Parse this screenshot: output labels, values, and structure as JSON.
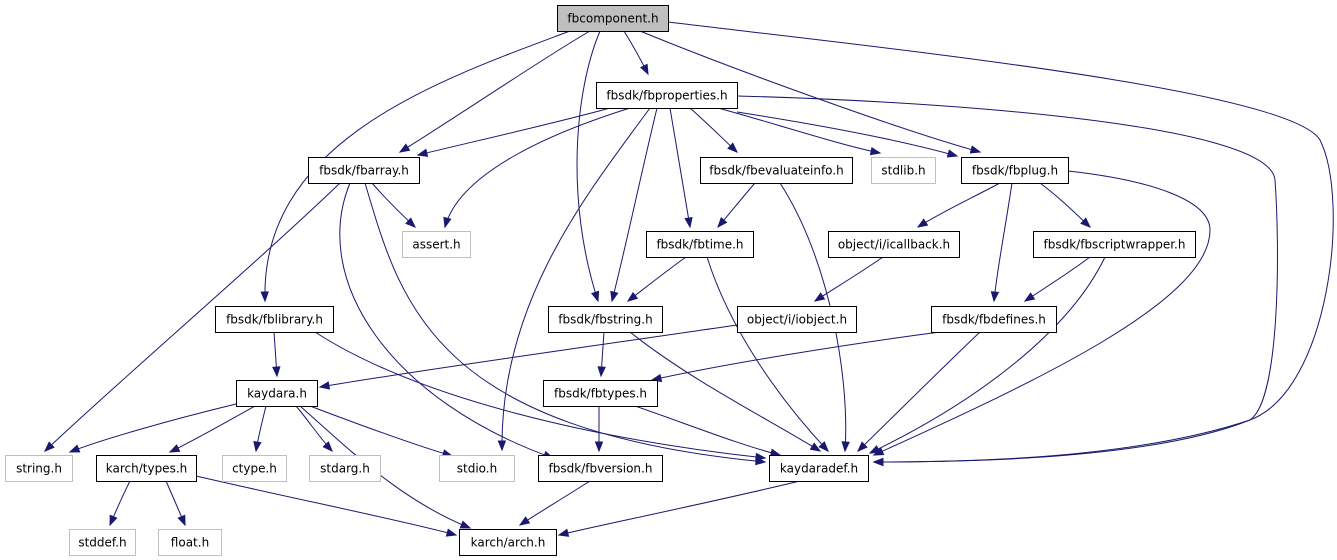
{
  "colors": {
    "root_fill": "#bfbfbf",
    "node_fill": "#ffffff",
    "node_stroke": "#000000",
    "external_stroke": "#bfbfbf",
    "label_text": "#000000",
    "external_text": "#000000",
    "edge": "#191970"
  },
  "nodes": [
    {
      "id": "fbcomponent",
      "label": "fbcomponent.h",
      "style": "root"
    },
    {
      "id": "fbproperties",
      "label": "fbsdk/fbproperties.h",
      "style": "normal"
    },
    {
      "id": "fbarray",
      "label": "fbsdk/fbarray.h",
      "style": "normal"
    },
    {
      "id": "fbevaluateinfo",
      "label": "fbsdk/fbevaluateinfo.h",
      "style": "normal"
    },
    {
      "id": "stdlib",
      "label": "stdlib.h",
      "style": "external"
    },
    {
      "id": "fbplug",
      "label": "fbsdk/fbplug.h",
      "style": "normal"
    },
    {
      "id": "assert",
      "label": "assert.h",
      "style": "external"
    },
    {
      "id": "fbtime",
      "label": "fbsdk/fbtime.h",
      "style": "normal"
    },
    {
      "id": "icallback",
      "label": "object/i/icallback.h",
      "style": "normal"
    },
    {
      "id": "fbscriptwrapper",
      "label": "fbsdk/fbscriptwrapper.h",
      "style": "normal"
    },
    {
      "id": "fblibrary",
      "label": "fbsdk/fblibrary.h",
      "style": "normal"
    },
    {
      "id": "fbstring",
      "label": "fbsdk/fbstring.h",
      "style": "normal"
    },
    {
      "id": "iobject",
      "label": "object/i/iobject.h",
      "style": "normal"
    },
    {
      "id": "fbdefines",
      "label": "fbsdk/fbdefines.h",
      "style": "normal"
    },
    {
      "id": "kaydara",
      "label": "kaydara.h",
      "style": "normal"
    },
    {
      "id": "fbtypes",
      "label": "fbsdk/fbtypes.h",
      "style": "normal"
    },
    {
      "id": "string",
      "label": "string.h",
      "style": "external"
    },
    {
      "id": "karchtypes",
      "label": "karch/types.h",
      "style": "normal"
    },
    {
      "id": "ctype",
      "label": "ctype.h",
      "style": "external"
    },
    {
      "id": "stdarg",
      "label": "stdarg.h",
      "style": "external"
    },
    {
      "id": "stdio",
      "label": "stdio.h",
      "style": "external"
    },
    {
      "id": "fbversion",
      "label": "fbsdk/fbversion.h",
      "style": "normal"
    },
    {
      "id": "kaydaradef",
      "label": "kaydaradef.h",
      "style": "normal"
    },
    {
      "id": "stddef",
      "label": "stddef.h",
      "style": "external"
    },
    {
      "id": "float",
      "label": "float.h",
      "style": "external"
    },
    {
      "id": "karcharch",
      "label": "karch/arch.h",
      "style": "normal"
    }
  ],
  "edges": [
    [
      "fbcomponent",
      "fbproperties"
    ],
    [
      "fbcomponent",
      "fbarray"
    ],
    [
      "fbcomponent",
      "fbplug"
    ],
    [
      "fbcomponent",
      "fblibrary"
    ],
    [
      "fbcomponent",
      "fbstring"
    ],
    [
      "fbcomponent",
      "kaydaradef"
    ],
    [
      "fbproperties",
      "fbarray"
    ],
    [
      "fbproperties",
      "assert"
    ],
    [
      "fbproperties",
      "fbevaluateinfo"
    ],
    [
      "fbproperties",
      "stdlib"
    ],
    [
      "fbproperties",
      "fbplug"
    ],
    [
      "fbproperties",
      "fbtime"
    ],
    [
      "fbproperties",
      "fbstring"
    ],
    [
      "fbproperties",
      "stdio"
    ],
    [
      "fbproperties",
      "kaydaradef"
    ],
    [
      "fbarray",
      "assert"
    ],
    [
      "fbarray",
      "string"
    ],
    [
      "fbarray",
      "fbversion"
    ],
    [
      "fbarray",
      "kaydaradef"
    ],
    [
      "fbevaluateinfo",
      "fbtime"
    ],
    [
      "fbevaluateinfo",
      "kaydaradef"
    ],
    [
      "fbplug",
      "icallback"
    ],
    [
      "fbplug",
      "fbscriptwrapper"
    ],
    [
      "fbplug",
      "fbdefines"
    ],
    [
      "fbplug",
      "kaydaradef"
    ],
    [
      "fbtime",
      "fbstring"
    ],
    [
      "fbtime",
      "kaydaradef"
    ],
    [
      "icallback",
      "iobject"
    ],
    [
      "fbscriptwrapper",
      "fbdefines"
    ],
    [
      "fbscriptwrapper",
      "kaydaradef"
    ],
    [
      "fblibrary",
      "kaydara"
    ],
    [
      "fblibrary",
      "kaydaradef"
    ],
    [
      "fbstring",
      "fbtypes"
    ],
    [
      "fbstring",
      "kaydaradef"
    ],
    [
      "iobject",
      "kaydara"
    ],
    [
      "fbdefines",
      "fbtypes"
    ],
    [
      "fbdefines",
      "kaydaradef"
    ],
    [
      "kaydara",
      "string"
    ],
    [
      "kaydara",
      "karchtypes"
    ],
    [
      "kaydara",
      "ctype"
    ],
    [
      "kaydara",
      "stdarg"
    ],
    [
      "kaydara",
      "stdio"
    ],
    [
      "kaydara",
      "karcharch"
    ],
    [
      "fbtypes",
      "fbversion"
    ],
    [
      "fbtypes",
      "kaydaradef"
    ],
    [
      "karchtypes",
      "stddef"
    ],
    [
      "karchtypes",
      "float"
    ],
    [
      "karchtypes",
      "karcharch"
    ],
    [
      "fbversion",
      "karcharch"
    ],
    [
      "kaydaradef",
      "karcharch"
    ]
  ]
}
